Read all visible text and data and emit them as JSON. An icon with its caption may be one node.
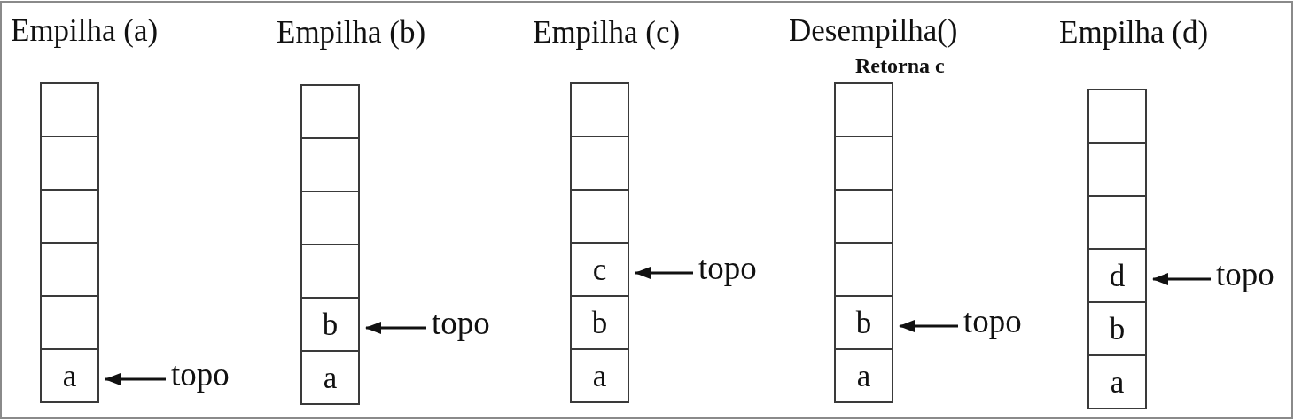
{
  "diagram": {
    "nodes": [
      {
        "text": [
          "Empilha (a)"
        ]
      },
      {
        "text": [],
        "shape": "box",
        "in": 0
      },
      {
        "text": [],
        "shape": "box",
        "in": 0
      },
      {
        "text": [],
        "shape": "box",
        "in": 0
      },
      {
        "text": [],
        "shape": "box",
        "in": 0
      },
      {
        "text": [],
        "shape": "box",
        "in": 0
      },
      {
        "text": [
          "a"
        ],
        "in": 0
      },
      {
        "text": [
          "topo"
        ]
      },
      {
        "text": [
          "Empilha (b)"
        ]
      },
      {
        "text": [],
        "shape": "box",
        "in": 8
      },
      {
        "text": [],
        "shape": "box",
        "in": 8
      },
      {
        "text": [],
        "shape": "box",
        "in": 8
      },
      {
        "text": [],
        "shape": "box",
        "in": 8
      },
      {
        "text": [
          "b"
        ],
        "in": 8
      },
      {
        "text": [
          "a"
        ],
        "in": 8
      },
      {
        "text": [
          "topo"
        ]
      },
      {
        "text": [
          "Empilha (c)"
        ]
      },
      {
        "text": [],
        "shape": "box",
        "in": 16
      },
      {
        "text": [],
        "shape": "box",
        "in": 16
      },
      {
        "text": [],
        "shape": "box",
        "in": 16
      },
      {
        "text": [
          "c"
        ],
        "in": 16
      },
      {
        "text": [
          "b"
        ],
        "in": 16
      },
      {
        "text": [
          "a"
        ],
        "in": 16
      },
      {
        "text": [
          "topo"
        ]
      },
      {
        "text": [
          "Desempilha()",
          "Retorna c"
        ]
      },
      {
        "text": [],
        "shape": "box",
        "in": 24
      },
      {
        "text": [],
        "shape": "box",
        "in": 24
      },
      {
        "text": [],
        "shape": "box",
        "in": 24
      },
      {
        "text": [],
        "shape": "box",
        "in": 24
      },
      {
        "text": [
          "b"
        ],
        "in": 24
      },
      {
        "text": [
          "a"
        ],
        "in": 24
      },
      {
        "text": [
          "topo"
        ]
      },
      {
        "text": [
          "Empilha (d)"
        ]
      },
      {
        "text": [],
        "shape": "box",
        "in": 32
      },
      {
        "text": [],
        "shape": "box",
        "in": 32
      },
      {
        "text": [],
        "shape": "box",
        "in": 32
      },
      {
        "text": [
          "d"
        ],
        "in": 32
      },
      {
        "text": [
          "b"
        ],
        "in": 32
      },
      {
        "text": [
          "a"
        ],
        "in": 32
      },
      {
        "text": [
          "topo"
        ]
      }
    ],
    "edges": [
      {
        "from": 7,
        "to": 6,
        "arrow": "to"
      },
      {
        "from": 15,
        "to": 13,
        "arrow": "to"
      },
      {
        "from": 23,
        "to": 20,
        "arrow": "to"
      },
      {
        "from": 31,
        "to": 29,
        "arrow": "to"
      },
      {
        "from": 39,
        "to": 36,
        "arrow": "to"
      }
    ]
  }
}
